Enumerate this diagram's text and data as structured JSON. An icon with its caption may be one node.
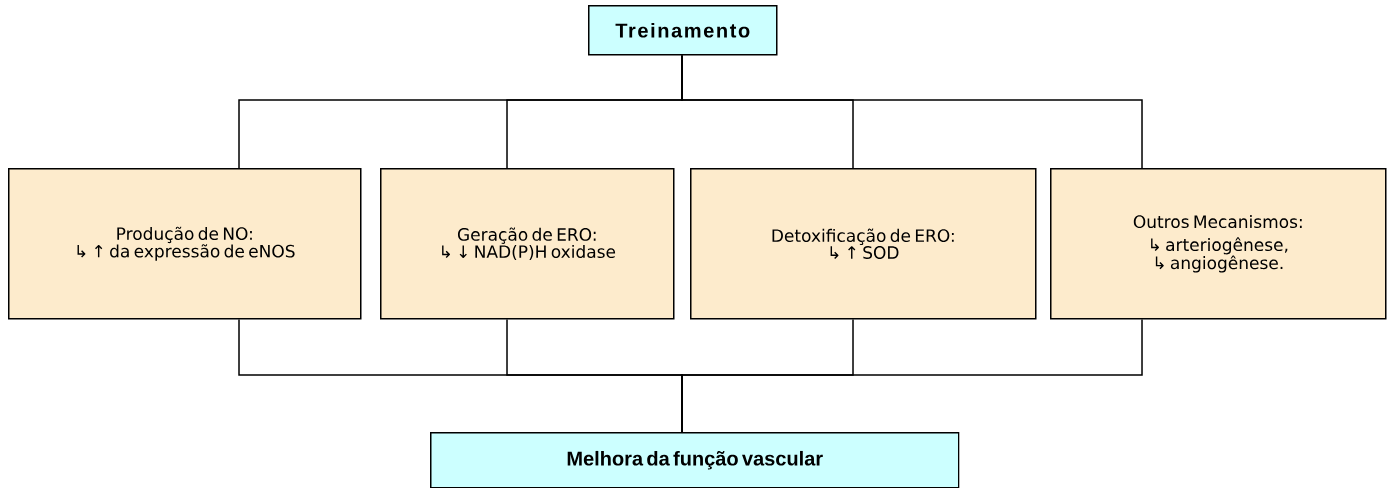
{
  "diagram": {
    "nodes": [
      {
        "text": [
          "Treinamento"
        ]
      },
      {
        "text": [
          "Produção de NO:",
          "↳ ↑ da expressão de eNOS"
        ]
      },
      {
        "text": [
          "Geração de  ERO:",
          "↳ ↓ NAD(P)H oxidase"
        ]
      },
      {
        "text": [
          "Detoxificação de ERO:",
          "↳ ↑ SOD"
        ]
      },
      {
        "text": [
          "Outros Mecanismos:",
          "↳ arteriogênese,",
          "↳ angiogênese."
        ]
      },
      {
        "text": [
          "Melhora da função vascular"
        ]
      }
    ],
    "edges": [
      {
        "from": 0,
        "to": 1,
        "arrow": "none"
      },
      {
        "from": 0,
        "to": 2,
        "arrow": "none"
      },
      {
        "from": 0,
        "to": 3,
        "arrow": "none"
      },
      {
        "from": 0,
        "to": 4,
        "arrow": "none"
      },
      {
        "from": 1,
        "to": 5,
        "arrow": "none"
      },
      {
        "from": 2,
        "to": 5,
        "arrow": "none"
      },
      {
        "from": 3,
        "to": 5,
        "arrow": "none"
      },
      {
        "from": 4,
        "to": 5,
        "arrow": "none"
      }
    ]
  }
}
